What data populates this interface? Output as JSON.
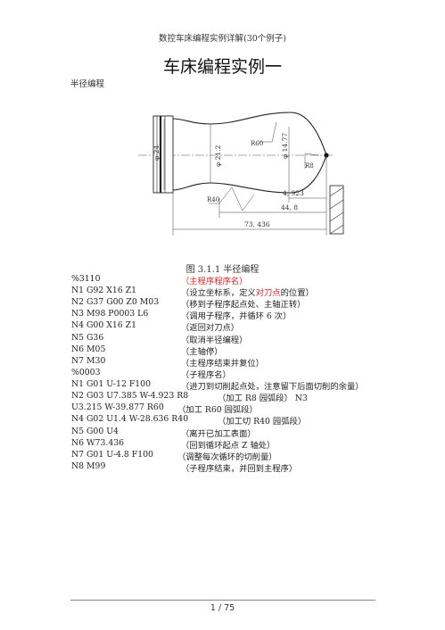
{
  "header": {
    "text": "数控车床编程实例详解(30个例子)"
  },
  "title": "车床编程实例一",
  "section_label": "半径编程",
  "drawing": {
    "dim_labels": {
      "d24": "φ 24",
      "d212": "φ 21.2",
      "d1477": "φ 14.77",
      "r60": "R60",
      "r8": "R8",
      "r40": "R40",
      "l4923": "4, 923",
      "l448": "44, 8",
      "l73436": "73, 436"
    }
  },
  "figure_caption": "图 3.1.1    半径编程",
  "program": [
    {
      "code": "%3110",
      "comment": "（主程序程序名）",
      "comment_color": "#dd2222"
    },
    {
      "code": "N1 G92 X16 Z1",
      "comment_pre": "（设立坐标系，定义",
      "comment_red": "对刀点",
      "comment_post": "的位置）"
    },
    {
      "code": "N2 G37 G00 Z0 M03",
      "comment": "（移到子程序起点处、主轴正转）"
    },
    {
      "code": "N3 M98 P0003 L6",
      "comment": "（调用子程序，并循环 6 次）"
    },
    {
      "code": "N4 G00 X16 Z1",
      "comment": "（返回对刀点）"
    },
    {
      "code": "N5 G36",
      "comment": "（取消半径编程）"
    },
    {
      "code": "N6 M05",
      "comment": "（主轴停）"
    },
    {
      "code": "N7 M30",
      "comment": "（主程序结束并复位）"
    },
    {
      "code": "%0003",
      "comment": "（子程序名）"
    },
    {
      "code": "N1 G01 U-12 F100",
      "comment": "（进刀到切削起点处，注意留下后面切削的余量）"
    },
    {
      "code": "N2 G03 U7.385 W-4.923 R8",
      "comment": "（加工 R8 园弧段）   N3"
    },
    {
      "code": "U3.215 W-39.877 R60",
      "comment": "（加工 R60 园弧段）"
    },
    {
      "code": "N4 G02 U1.4 W-28.636 R40",
      "comment": "（加工切 R40 园弧段）"
    },
    {
      "code": "N5 G00 U4",
      "comment": "（离开已加工表面）"
    },
    {
      "code": "N6 W73.436",
      "comment": "（回到循环起点 Z 轴处）"
    },
    {
      "code": "N7 G01 U-4.8 F100",
      "comment": "（调整每次循环的切削量）"
    },
    {
      "code": "N8 M99",
      "comment": "（子程序结束，并回到主程序）"
    }
  ],
  "footer": {
    "page_number": "1 / 75"
  }
}
